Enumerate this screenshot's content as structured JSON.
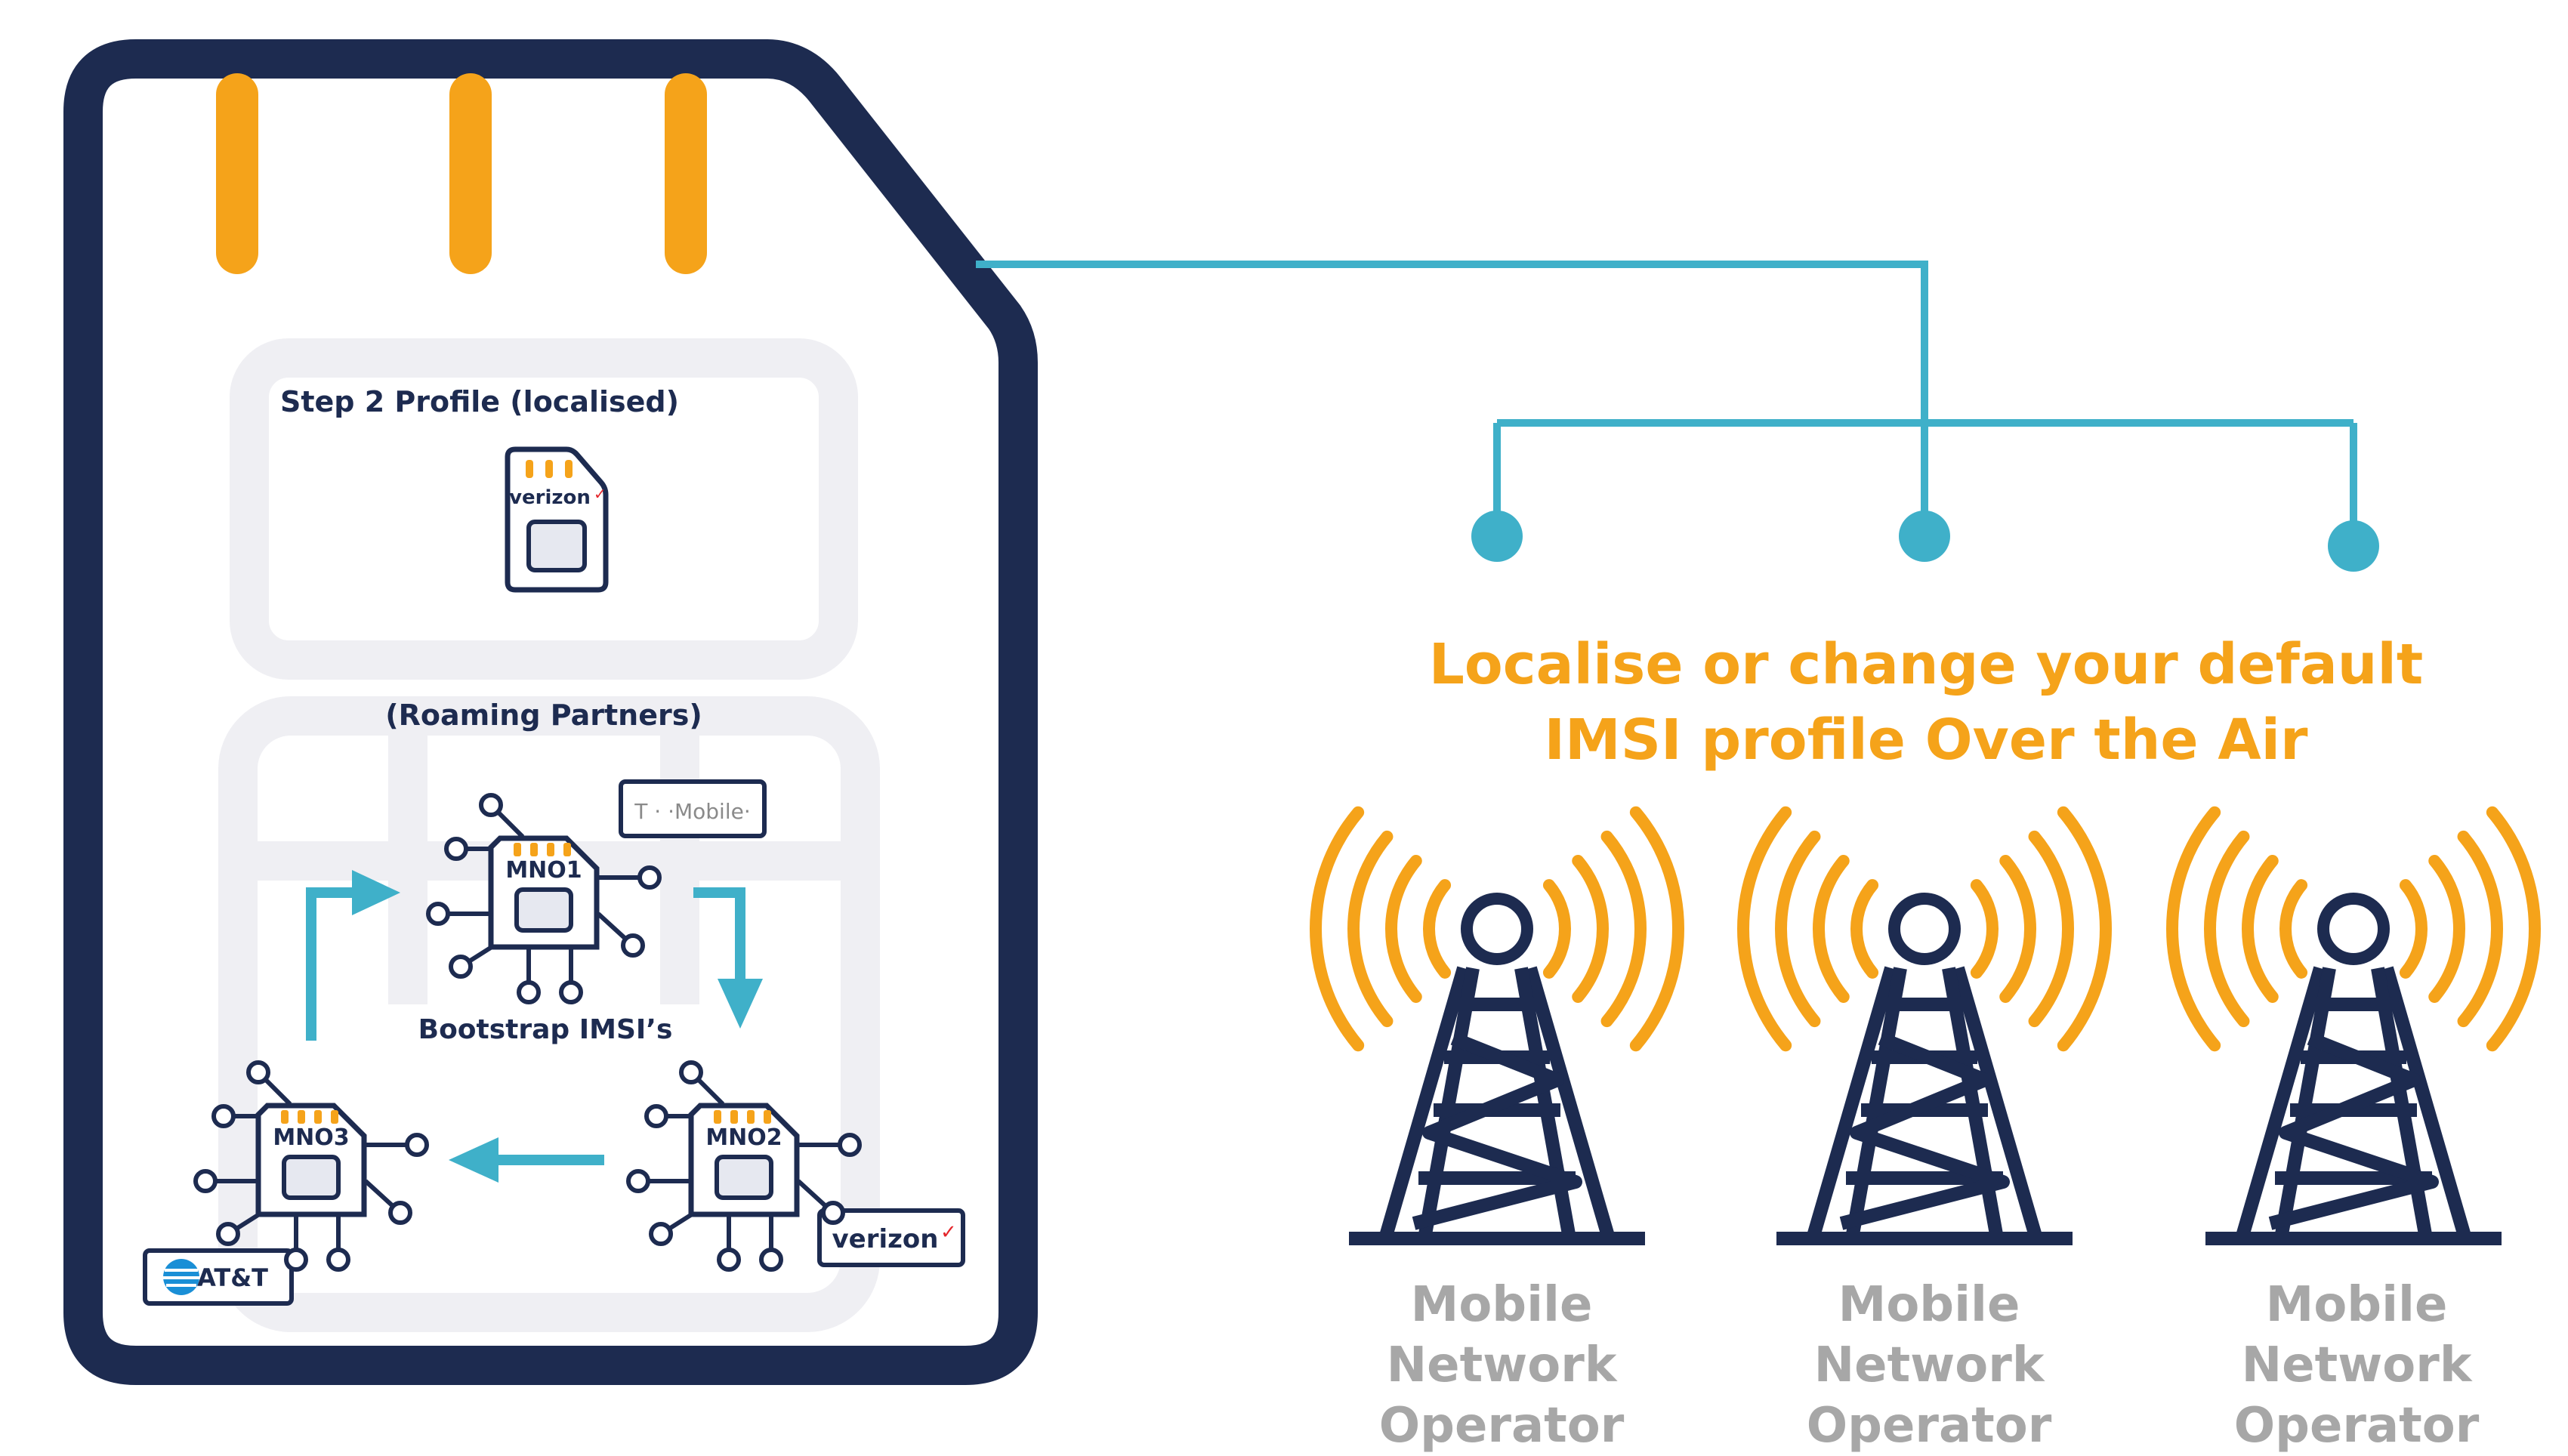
{
  "colors": {
    "navy": "#1d2b50",
    "orange": "#f5a31a",
    "teal": "#3fb0c9",
    "ghost": "#efeff3",
    "grey_text": "#a7a7a7",
    "tmobile_magenta": "#d4157f",
    "verizon_red": "#e4262b",
    "att_blue": "#1a8fd6"
  },
  "sim": {
    "step2_title": "Step 2 Profile (localised)",
    "step2_logo": "verizon",
    "roaming_title": "(Roaming Partners)",
    "bootstrap_label": "Bootstrap IMSI’s",
    "chips": [
      {
        "label": "MNO1",
        "partner_logo": "T · ·Mobile·",
        "partner_icon": "tmobile-logo"
      },
      {
        "label": "MNO2",
        "partner_logo": "verizon",
        "partner_icon": "verizon-logo"
      },
      {
        "label": "MNO3",
        "partner_logo": "AT&T",
        "partner_icon": "att-logo"
      }
    ]
  },
  "heading": {
    "line1": "Localise or change your default",
    "line2": "IMSI profile Over the Air"
  },
  "operators": [
    {
      "line1": "Mobile Network",
      "line2": "Operator",
      "icon": "cell-tower-icon"
    },
    {
      "line1": "Mobile Network",
      "line2": "Operator",
      "icon": "cell-tower-icon"
    },
    {
      "line1": "Mobile Network",
      "line2": "Operator",
      "icon": "cell-tower-icon"
    }
  ]
}
